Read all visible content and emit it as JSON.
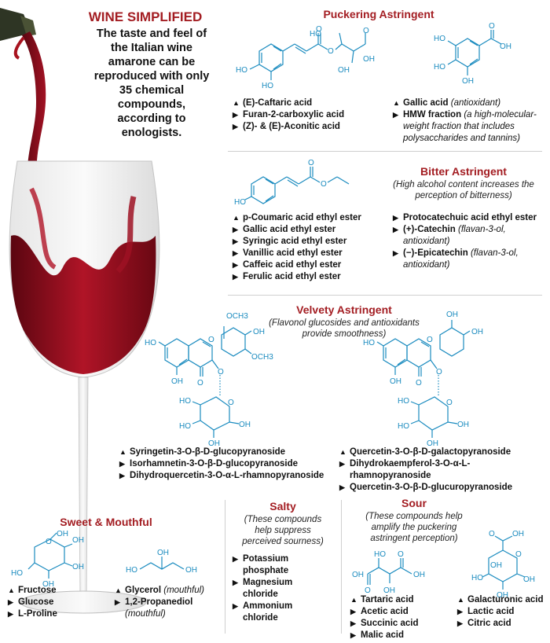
{
  "colors": {
    "accent": "#a31d22",
    "structure": "#1a8bbf",
    "wine": "#8e0f1c"
  },
  "header": {
    "title": "WINE SIMPLIFIED",
    "intro": "The taste and feel of the Italian wine amarone can be reproduced with only 35 chemical compounds, according to enologists."
  },
  "puckering": {
    "title": "Puckering Astringent",
    "left": [
      {
        "marker": "▲",
        "text": "(E)-Caftaric acid"
      },
      {
        "marker": "▶",
        "text": "Furan-2-carboxylic acid"
      },
      {
        "marker": "▶",
        "text": "(Z)- & (E)-Aconitic acid"
      }
    ],
    "right": [
      {
        "marker": "▲",
        "text": "Gallic acid",
        "note": "(antioxidant)"
      },
      {
        "marker": "▶",
        "text": "HMW fraction",
        "note": "(a high-molecular-weight fraction that includes polysaccharides and tannins)"
      }
    ]
  },
  "bitter": {
    "title": "Bitter Astringent",
    "note": "(High alcohol content increases the perception of bitterness)",
    "left": [
      {
        "marker": "▲",
        "text": "p-Coumaric acid ethyl ester"
      },
      {
        "marker": "▶",
        "text": "Gallic acid ethyl ester"
      },
      {
        "marker": "▶",
        "text": "Syringic acid ethyl ester"
      },
      {
        "marker": "▶",
        "text": "Vanillic acid ethyl ester"
      },
      {
        "marker": "▶",
        "text": "Caffeic acid ethyl ester"
      },
      {
        "marker": "▶",
        "text": "Ferulic acid ethyl ester"
      }
    ],
    "right": [
      {
        "marker": "▶",
        "text": "Protocatechuic acid ethyl ester"
      },
      {
        "marker": "▶",
        "text": "(+)-Catechin",
        "note": "(flavan-3-ol, antioxidant)"
      },
      {
        "marker": "▶",
        "text": "(−)-Epicatechin",
        "note": "(flavan-3-ol, antioxidant)"
      }
    ]
  },
  "velvety": {
    "title": "Velvety Astringent",
    "note": "(Flavonol glucosides and antioxidants provide smoothness)",
    "left": [
      {
        "marker": "▲",
        "text": "Syringetin-3-O-β-D-glucopyranoside"
      },
      {
        "marker": "▶",
        "text": "Isorhamnetin-3-O-β-D-glucopyranoside"
      },
      {
        "marker": "▶",
        "text": "Dihydroquercetin-3-O-α-L-rhamnopyranoside"
      }
    ],
    "right": [
      {
        "marker": "▲",
        "text": "Quercetin-3-O-β-D-galactopyranoside"
      },
      {
        "marker": "▶",
        "text": "Dihydrokaempferol-3-O-α-L-rhamnopyranoside"
      },
      {
        "marker": "▶",
        "text": "Quercetin-3-O-β-D-glucuropyranoside"
      }
    ]
  },
  "sweet": {
    "title": "Sweet & Mouthful",
    "left": [
      {
        "marker": "▲",
        "text": "Fructose"
      },
      {
        "marker": "▶",
        "text": "Glucose"
      },
      {
        "marker": "▶",
        "text": "L-Proline"
      }
    ],
    "right": [
      {
        "marker": "▲",
        "text": "Glycerol",
        "note": "(mouthful)"
      },
      {
        "marker": "▶",
        "text": "1,2-Propanediol",
        "note": "(mouthful)"
      }
    ]
  },
  "salty": {
    "title": "Salty",
    "note": "(These compounds help suppress perceived sourness)",
    "items": [
      {
        "marker": "▶",
        "text": "Potassium phosphate"
      },
      {
        "marker": "▶",
        "text": "Magnesium chloride"
      },
      {
        "marker": "▶",
        "text": "Ammonium chloride"
      }
    ]
  },
  "sour": {
    "title": "Sour",
    "note": "(These compounds help amplify the puckering astringent perception)",
    "left": [
      {
        "marker": "▲",
        "text": "Tartaric acid"
      },
      {
        "marker": "▶",
        "text": "Acetic acid"
      },
      {
        "marker": "▶",
        "text": "Succinic acid"
      },
      {
        "marker": "▶",
        "text": "Malic acid"
      }
    ],
    "right": [
      {
        "marker": "▲",
        "text": "Galacturonic acid"
      },
      {
        "marker": "▶",
        "text": "Lactic acid"
      },
      {
        "marker": "▶",
        "text": "Citric acid"
      }
    ]
  },
  "structure_labels": {
    "caftaric": [
      "HO",
      "HO",
      "O",
      "O",
      "OH",
      "OH",
      "O"
    ],
    "gallic": [
      "HO",
      "HO",
      "OH",
      "OH",
      "O"
    ],
    "coumaric": [
      "HO",
      "O",
      "O"
    ],
    "syringetin": [
      "OCH3",
      "OH",
      "OCH3",
      "HO",
      "O",
      "OH",
      "O",
      "O",
      "HO",
      "HO",
      "OH",
      "OH",
      "O"
    ],
    "quercetin": [
      "OH",
      "OH",
      "HO",
      "O",
      "OH",
      "O",
      "O",
      "HO",
      "HO",
      "OH",
      "OH",
      "O"
    ],
    "fructose": [
      "O",
      "OH",
      "OH",
      "OH",
      "OH",
      "HO"
    ],
    "glycerol": [
      "HO",
      "OH",
      "OH"
    ],
    "tartaric": [
      "HO",
      "OH",
      "O",
      "OH",
      "O",
      "OH"
    ],
    "galacturonic": [
      "O",
      "OH",
      "O",
      "OH",
      "OH",
      "HO",
      "OH"
    ]
  }
}
